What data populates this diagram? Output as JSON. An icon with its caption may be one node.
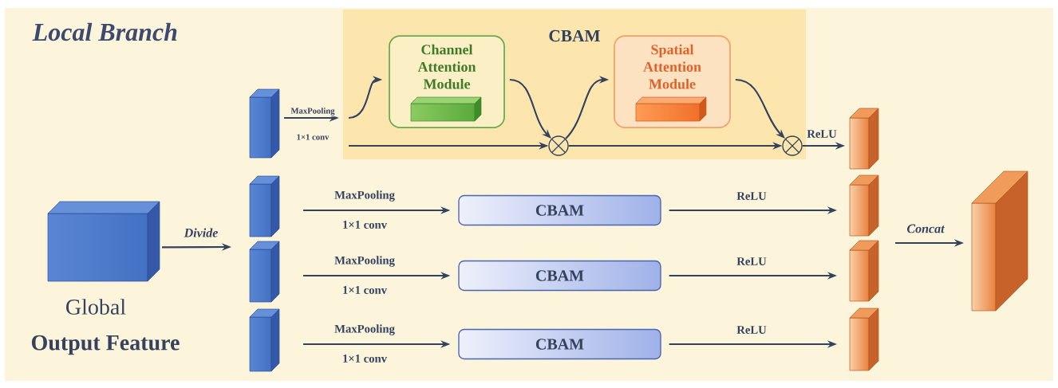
{
  "diagram": {
    "title": "Local Branch",
    "nodes": [
      {
        "text": [
          "CBAM"
        ]
      },
      {
        "text": [
          "Channel Attention Module"
        ],
        "in": 0
      },
      {
        "text": [
          "Spatial Attention Module"
        ],
        "in": 0
      },
      {
        "text": [],
        "shape": "circle",
        "in": 0
      },
      {
        "text": [],
        "shape": "circle",
        "in": 0
      },
      {
        "text": [
          "Global",
          "Output Feature"
        ]
      },
      {
        "text": [],
        "shape": "box"
      },
      {
        "text": [],
        "shape": "box"
      },
      {
        "text": [],
        "shape": "box"
      },
      {
        "text": [],
        "shape": "box"
      },
      {
        "text": [
          "CBAM"
        ]
      },
      {
        "text": [
          "CBAM"
        ]
      },
      {
        "text": [
          "CBAM"
        ]
      },
      {
        "text": [],
        "shape": "box"
      },
      {
        "text": [],
        "shape": "box"
      },
      {
        "text": [],
        "shape": "box"
      },
      {
        "text": [],
        "shape": "box"
      },
      {
        "text": [],
        "shape": "box"
      }
    ],
    "edges": [
      {
        "from": 5,
        "to": null,
        "arrow": "to",
        "label": "Divide"
      },
      {
        "from": 6,
        "to": 0,
        "arrow": "to",
        "label": "MaxPooling"
      },
      {
        "from": null,
        "to": 1,
        "arrow": "to"
      },
      {
        "from": null,
        "to": 3,
        "arrow": "to"
      },
      {
        "from": 1,
        "to": 3,
        "arrow": "to"
      },
      {
        "from": 3,
        "to": 2,
        "arrow": "to"
      },
      {
        "from": 3,
        "to": 4,
        "arrow": "to"
      },
      {
        "from": 2,
        "to": 4,
        "arrow": "to"
      },
      {
        "from": 4,
        "to": 13,
        "arrow": "to",
        "label": "ReLU"
      },
      {
        "from": 7,
        "to": 10,
        "arrow": "to",
        "label": "MaxPooling"
      },
      {
        "from": 10,
        "to": 14,
        "arrow": "to",
        "label": "ReLU"
      },
      {
        "from": 8,
        "to": 11,
        "arrow": "to",
        "label": "MaxPooling"
      },
      {
        "from": 11,
        "to": 15,
        "arrow": "to",
        "label": "ReLU"
      },
      {
        "from": 9,
        "to": 12,
        "arrow": "to",
        "label": "MaxPooling"
      },
      {
        "from": 12,
        "to": 16,
        "arrow": "to",
        "label": "ReLU"
      },
      {
        "from": null,
        "to": 17,
        "arrow": "to",
        "label": "Concat"
      }
    ],
    "labels": [
      "1×1 conv",
      "1×1 conv",
      "1×1 conv",
      "1×1 conv"
    ]
  }
}
